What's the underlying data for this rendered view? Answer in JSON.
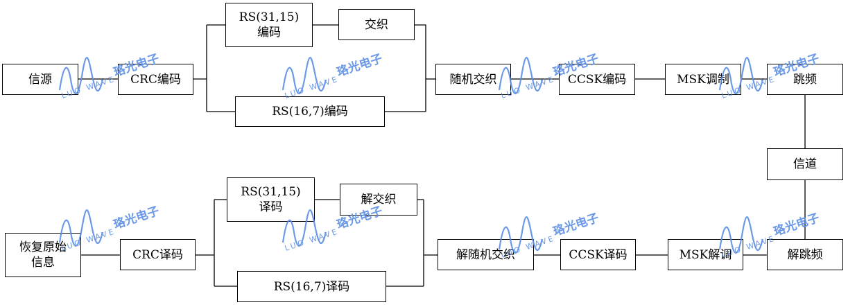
{
  "blocks": {
    "source": "信源",
    "crc_enc": "CRC编码",
    "rs31_enc": "RS(31,15)\n编码",
    "interleave": "交织",
    "rs16_enc": "RS(16,7)编码",
    "rand_interleave": "随机交织",
    "ccsk_enc": "CCSK编码",
    "msk_mod": "MSK调制",
    "hop": "跳频",
    "channel": "信道",
    "recover": "恢复原始\n信息",
    "crc_dec": "CRC译码",
    "rs31_dec": "RS(31,15)\n译码",
    "deinterleave": "解交织",
    "rs16_dec": "RS(16,7)译码",
    "rand_deinterleave": "解随机交织",
    "ccsk_dec": "CCSK译码",
    "msk_demod": "MSK解调",
    "dehop": "解跳频"
  },
  "watermark": {
    "brand": "珞光电子",
    "wave": "LUO WAVE",
    "color": "#5b8fe6"
  }
}
